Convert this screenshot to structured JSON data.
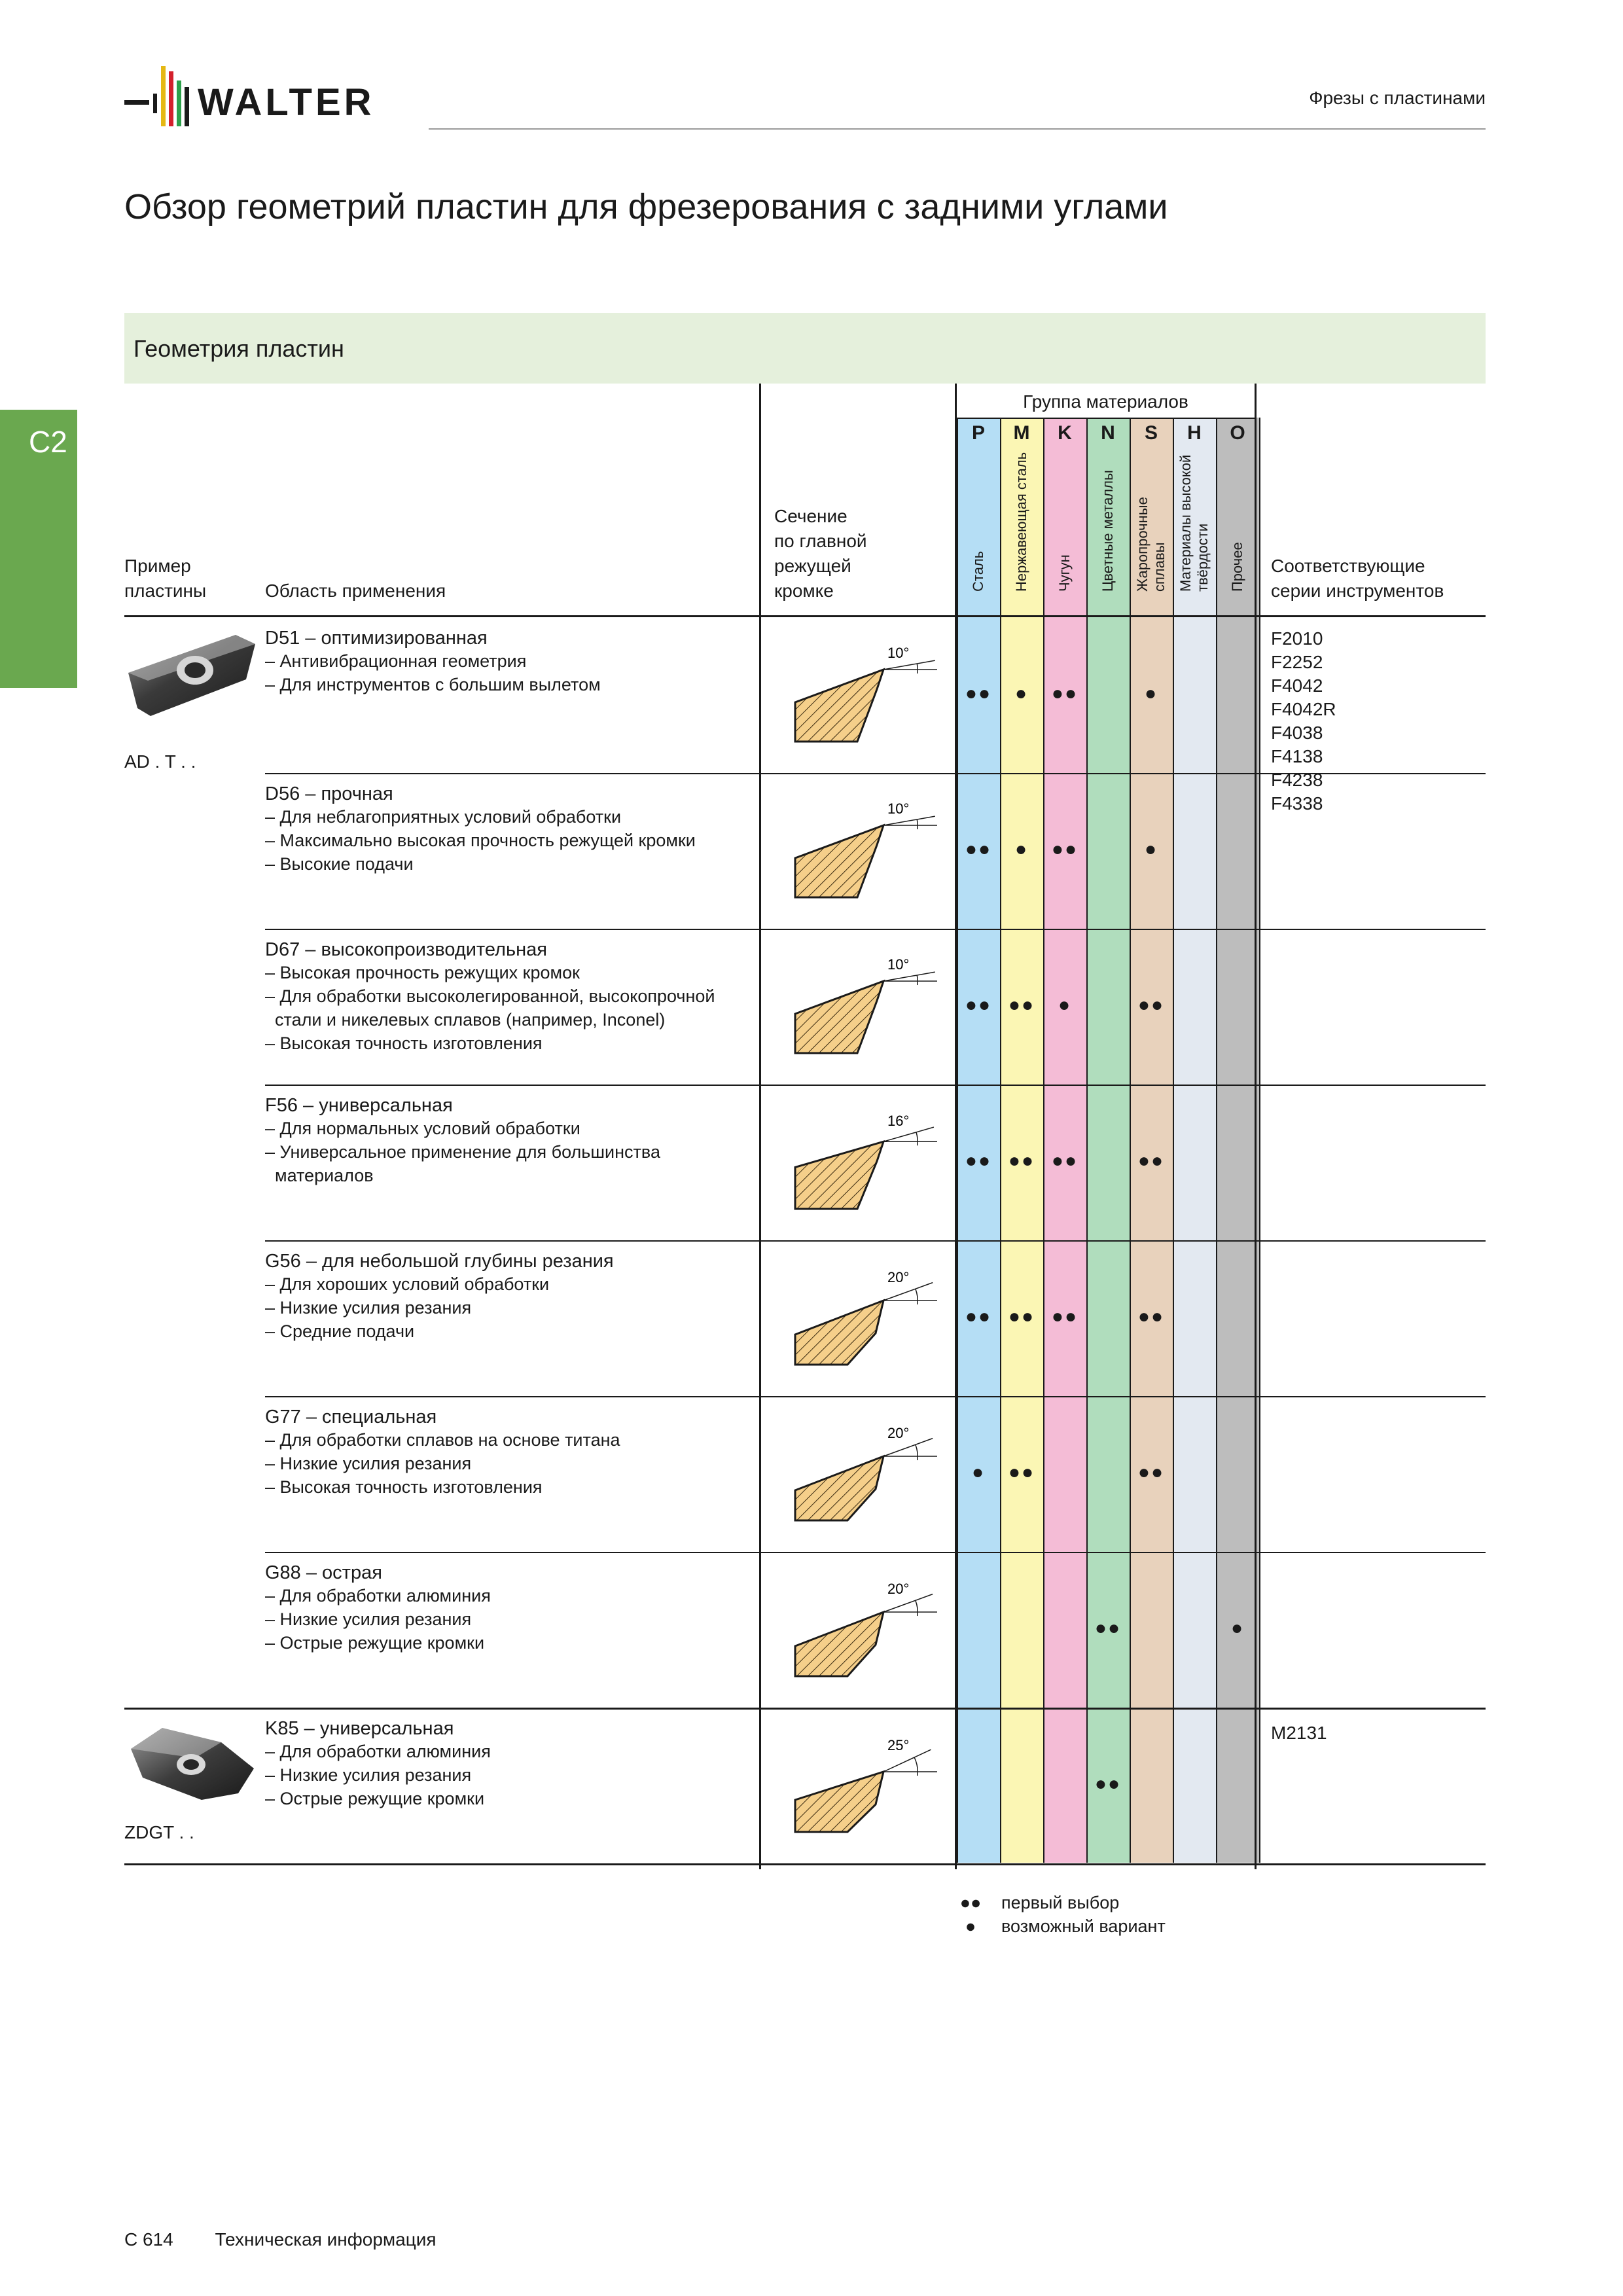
{
  "header": {
    "brand": "WALTER",
    "section": "Фрезы с пластинами"
  },
  "page_title": "Обзор геометрий пластин для фрезерования с задними углами",
  "side_tab": "C2",
  "section_title": "Геометрия пластин",
  "table": {
    "col_example": [
      "Пример",
      "пластины"
    ],
    "col_area": "Область применения",
    "col_section": [
      "Сечение",
      "по главной",
      "режущей",
      "кромке"
    ],
    "col_group": "Группа материалов",
    "col_series": [
      "Соответствующие",
      "серии инструментов"
    ],
    "materials": [
      {
        "letter": "P",
        "name": [
          "Сталь"
        ],
        "color": "#b5def5"
      },
      {
        "letter": "M",
        "name": [
          "Нержавеющая сталь"
        ],
        "color": "#fbf6b4"
      },
      {
        "letter": "K",
        "name": [
          "Чугун"
        ],
        "color": "#f4bcd6"
      },
      {
        "letter": "N",
        "name": [
          "Цветные металлы"
        ],
        "color": "#b0ddbd"
      },
      {
        "letter": "S",
        "name": [
          "Жаропрочные",
          "сплавы"
        ],
        "color": "#e8d2bc"
      },
      {
        "letter": "H",
        "name": [
          "Материалы высокой",
          "твёрдости"
        ],
        "color": "#e3e9f1"
      },
      {
        "letter": "O",
        "name": [
          "Прочее"
        ],
        "color": "#bdbdbd"
      }
    ],
    "inserts": [
      {
        "label": "AD . T . .",
        "series": [
          "F2010",
          "F2252",
          "F4042",
          "F4042R",
          "F4038",
          "F4138",
          "F4238",
          "F4338"
        ]
      },
      {
        "label": "ZDGT . .",
        "series": [
          "M2131"
        ]
      }
    ],
    "rows": [
      {
        "title": "D51 – оптимизированная",
        "items": [
          "– Антивибрационная геометрия",
          "– Для инструментов с большим вылетом"
        ],
        "angle": "10°",
        "marks": [
          "●●",
          "●",
          "●●",
          "",
          "●",
          "",
          ""
        ]
      },
      {
        "title": "D56 – прочная",
        "items": [
          "– Для неблагоприятных условий обработки",
          "– Максимально высокая прочность режущей кромки",
          "– Высокие подачи"
        ],
        "angle": "10°",
        "marks": [
          "●●",
          "●",
          "●●",
          "",
          "●",
          "",
          ""
        ]
      },
      {
        "title": "D67 – высокопроизводительная",
        "items": [
          "– Высокая прочность режущих кромок",
          "– Для обработки высоколегированной, высокопрочной",
          "  стали и никелевых сплавов (например, Inconel)",
          "– Высокая точность изготовления"
        ],
        "angle": "10°",
        "marks": [
          "●●",
          "●●",
          "●",
          "",
          "●●",
          "",
          ""
        ]
      },
      {
        "title": "F56 – универсальная",
        "items": [
          "– Для нормальных условий обработки",
          "– Универсальное применение для большинства",
          "  материалов"
        ],
        "angle": "16°",
        "marks": [
          "●●",
          "●●",
          "●●",
          "",
          "●●",
          "",
          ""
        ]
      },
      {
        "title": "G56 – для небольшой глубины резания",
        "items": [
          "– Для хороших условий обработки",
          "– Низкие усилия резания",
          "– Средние подачи"
        ],
        "angle": "20°",
        "marks": [
          "●●",
          "●●",
          "●●",
          "",
          "●●",
          "",
          ""
        ]
      },
      {
        "title": "G77 – специальная",
        "items": [
          "– Для обработки сплавов на основе титана",
          "– Низкие усилия резания",
          "– Высокая точность изготовления"
        ],
        "angle": "20°",
        "marks": [
          "●",
          "●●",
          "",
          "",
          "●●",
          "",
          ""
        ]
      },
      {
        "title": "G88 – острая",
        "items": [
          "– Для обработки алюминия",
          "– Низкие усилия резания",
          "– Острые режущие кромки"
        ],
        "angle": "20°",
        "marks": [
          "",
          "",
          "",
          "●●",
          "",
          "",
          "●"
        ]
      },
      {
        "title": "K85 – универсальная",
        "items": [
          "– Для обработки алюминия",
          "– Низкие усилия резания",
          "– Острые режущие кромки"
        ],
        "angle": "25°",
        "marks": [
          "",
          "",
          "",
          "●●",
          "",
          "",
          ""
        ]
      }
    ]
  },
  "legend": [
    {
      "symbol": "●●",
      "text": "первый выбор"
    },
    {
      "symbol": "●",
      "text": "возможный вариант"
    }
  ],
  "footer": {
    "page": "C 614",
    "text": "Техническая информация"
  }
}
